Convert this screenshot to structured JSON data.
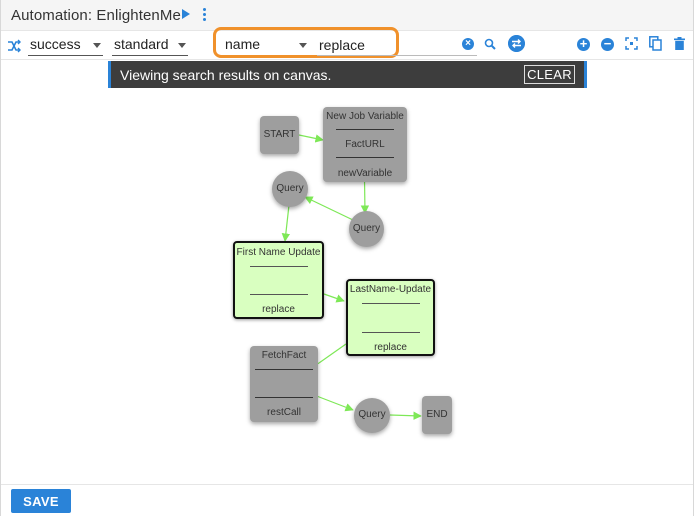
{
  "header": {
    "title": "Automation: EnlightenMe"
  },
  "toolbar": {
    "status_select": "success",
    "mode_select": "standard",
    "search_field_select": "name",
    "search_value": "replace"
  },
  "banner": {
    "message": "Viewing search results on canvas.",
    "clear_label": "CLEAR"
  },
  "nodes": {
    "start": {
      "label": "START"
    },
    "new_job_variable": {
      "title": "New Job Variable",
      "mid": "FactURL",
      "bottom": "newVariable"
    },
    "query1": {
      "label": "Query"
    },
    "query2": {
      "label": "Query"
    },
    "first_name_update": {
      "title": "First Name Update",
      "bottom": "replace"
    },
    "lastname_update": {
      "title": "LastName-Update",
      "bottom": "replace"
    },
    "fetchfact": {
      "title": "FetchFact",
      "bottom": "restCall"
    },
    "query3": {
      "label": "Query"
    },
    "end": {
      "label": "END"
    }
  },
  "footer": {
    "save_label": "SAVE"
  },
  "colors": {
    "accent": "#2a83d8",
    "highlight": "#f0912b",
    "edge": "#7ee857",
    "match_fill": "#d9ffc0",
    "node_fill": "#9e9e9e"
  }
}
